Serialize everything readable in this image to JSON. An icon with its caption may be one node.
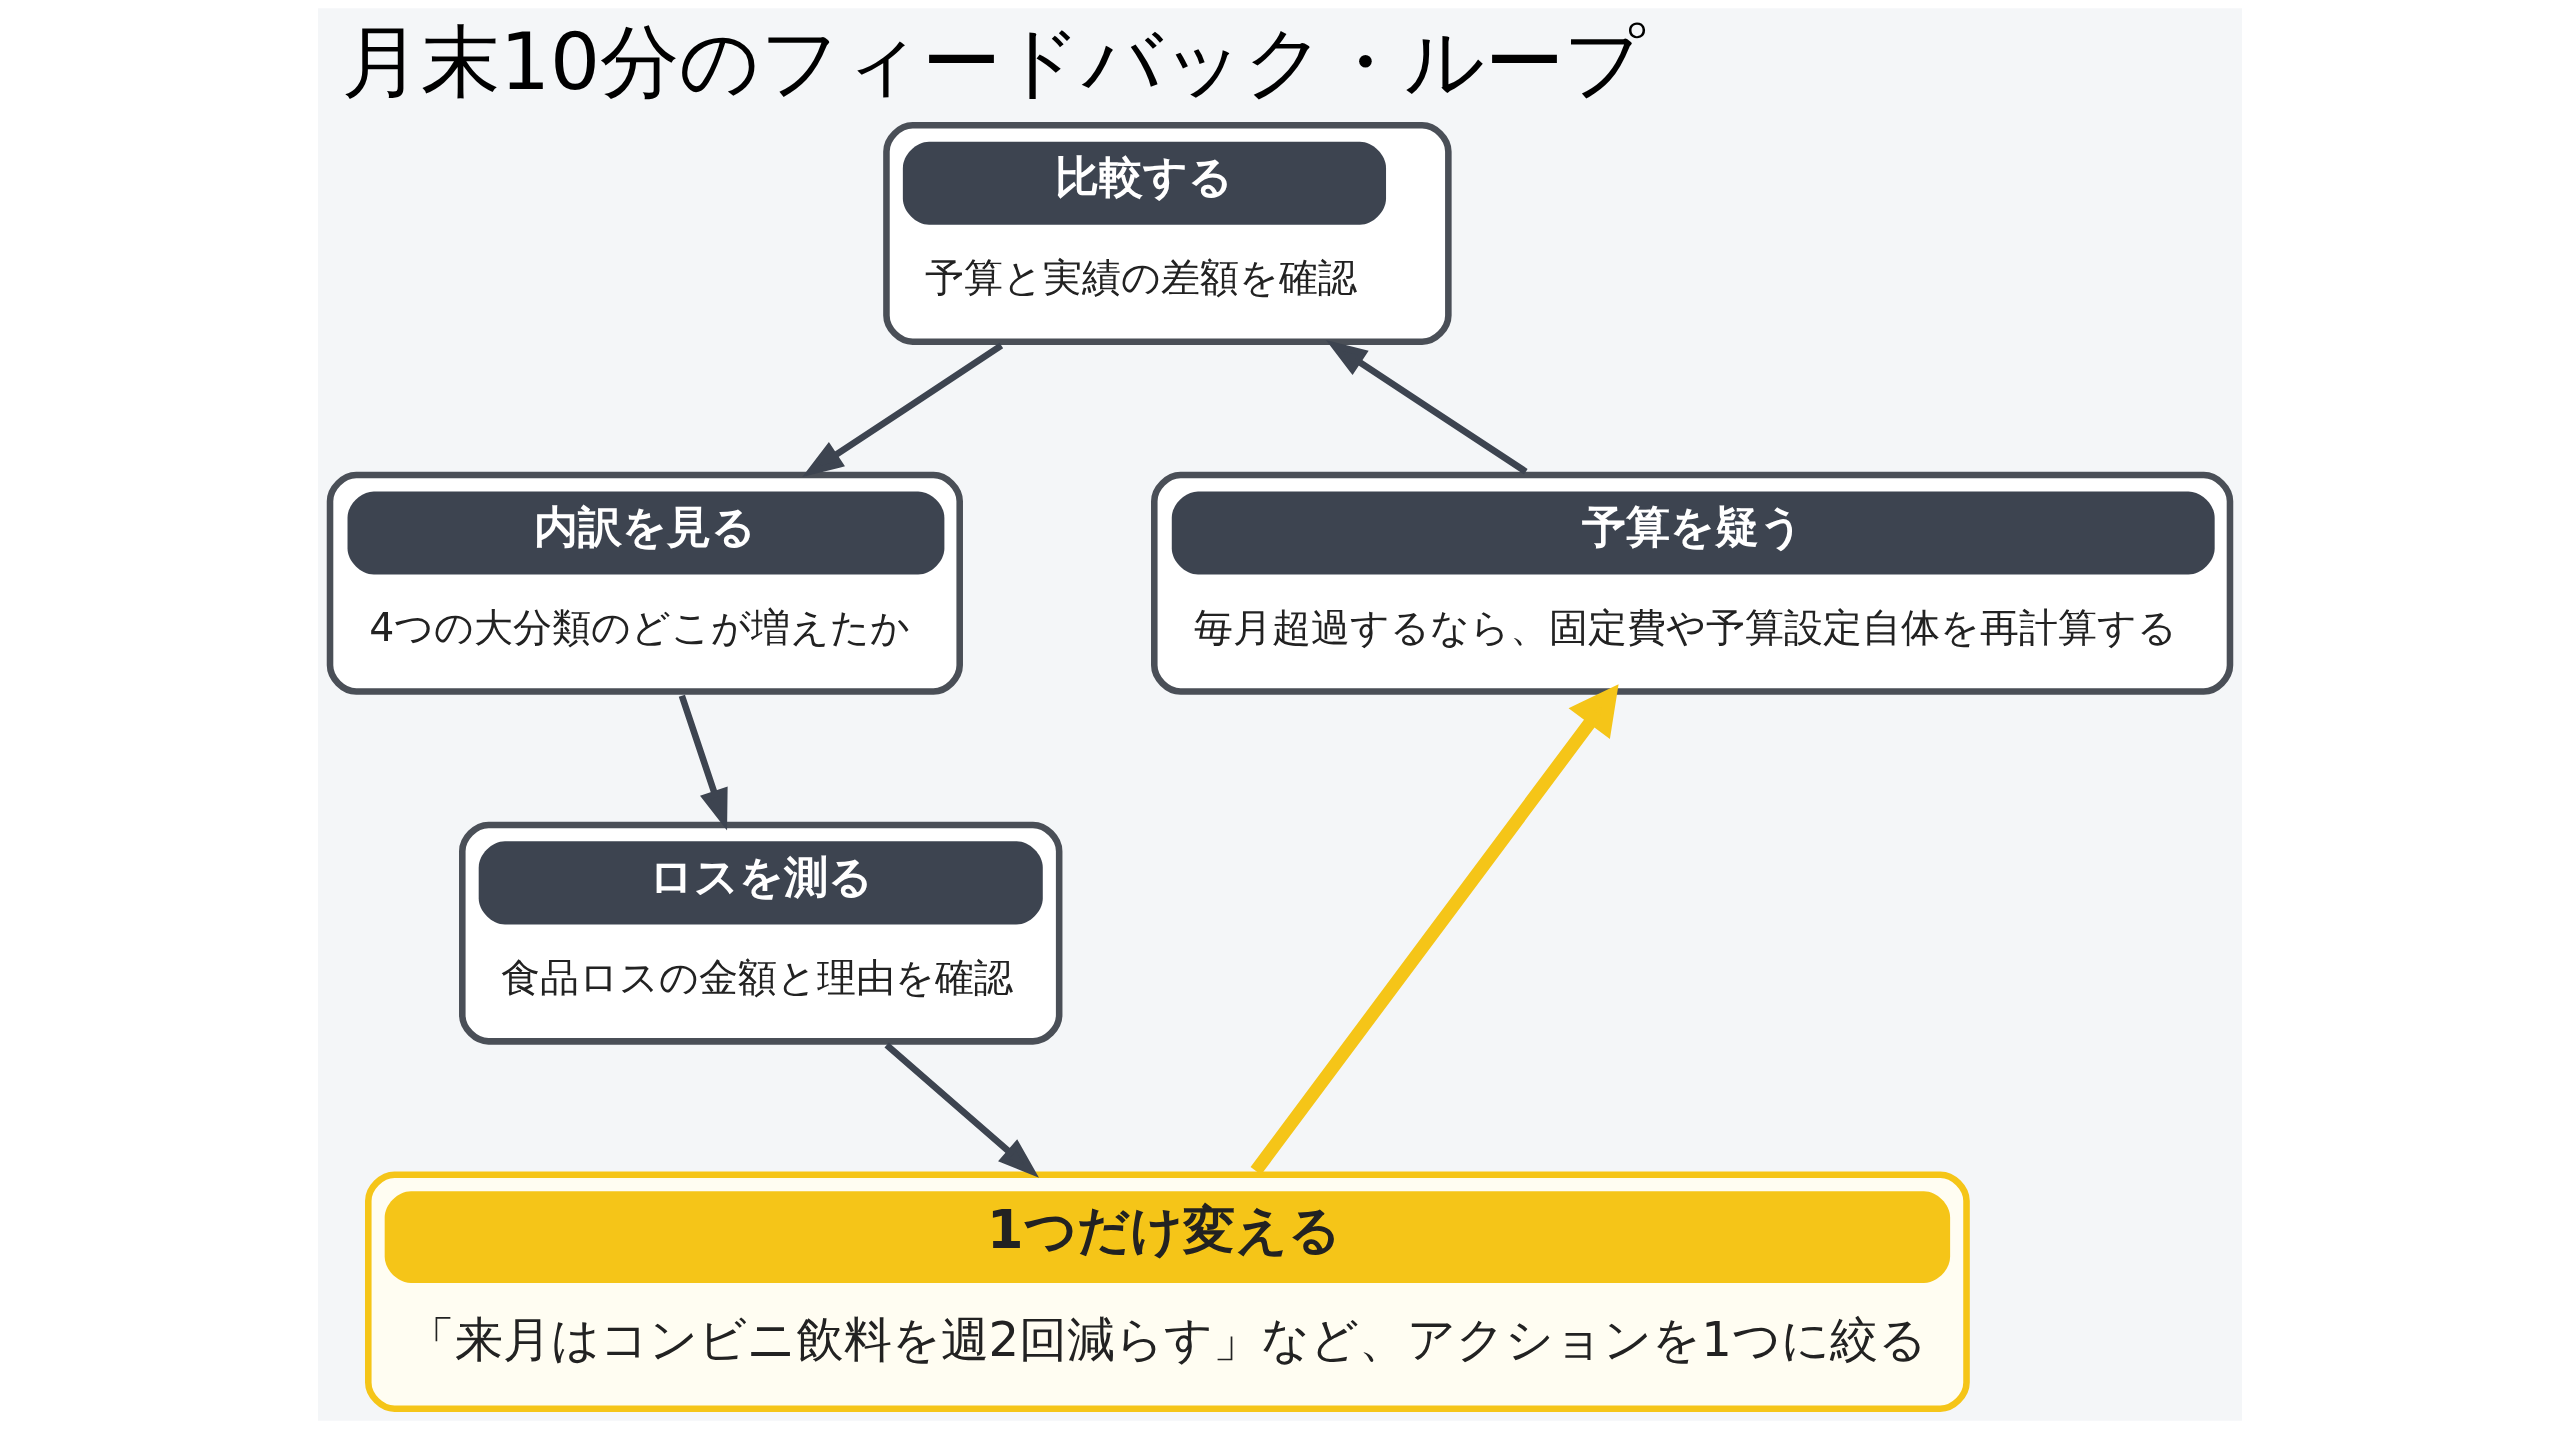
{
  "diagram": {
    "title": "月末10分のフィードバック・ループ",
    "nodes": [
      {
        "text": [
          "比較する",
          "予算と実績の差額を確認"
        ]
      },
      {
        "text": [
          "内訳を見る",
          "4つの大分類のどこが増えたか"
        ]
      },
      {
        "text": [
          "ロスを測る",
          "食品ロスの金額と理由を確認"
        ]
      },
      {
        "text": [
          "1つだけ変える",
          "「来月はコンビニ飲料を週2回減らす」など、アクションを1つに絞る"
        ]
      },
      {
        "text": [
          "予算を疑う",
          "毎月超過するなら、固定費や予算設定自体を再計算する"
        ]
      }
    ],
    "edges": [
      {
        "from": 0,
        "to": 1,
        "arrow": "to"
      },
      {
        "from": 1,
        "to": 2,
        "arrow": "to"
      },
      {
        "from": 2,
        "to": 3,
        "arrow": "to"
      },
      {
        "from": 3,
        "to": 4,
        "arrow": "to",
        "style": "thick",
        "color": "#f5c518"
      },
      {
        "from": 4,
        "to": 0,
        "arrow": "to"
      }
    ]
  }
}
